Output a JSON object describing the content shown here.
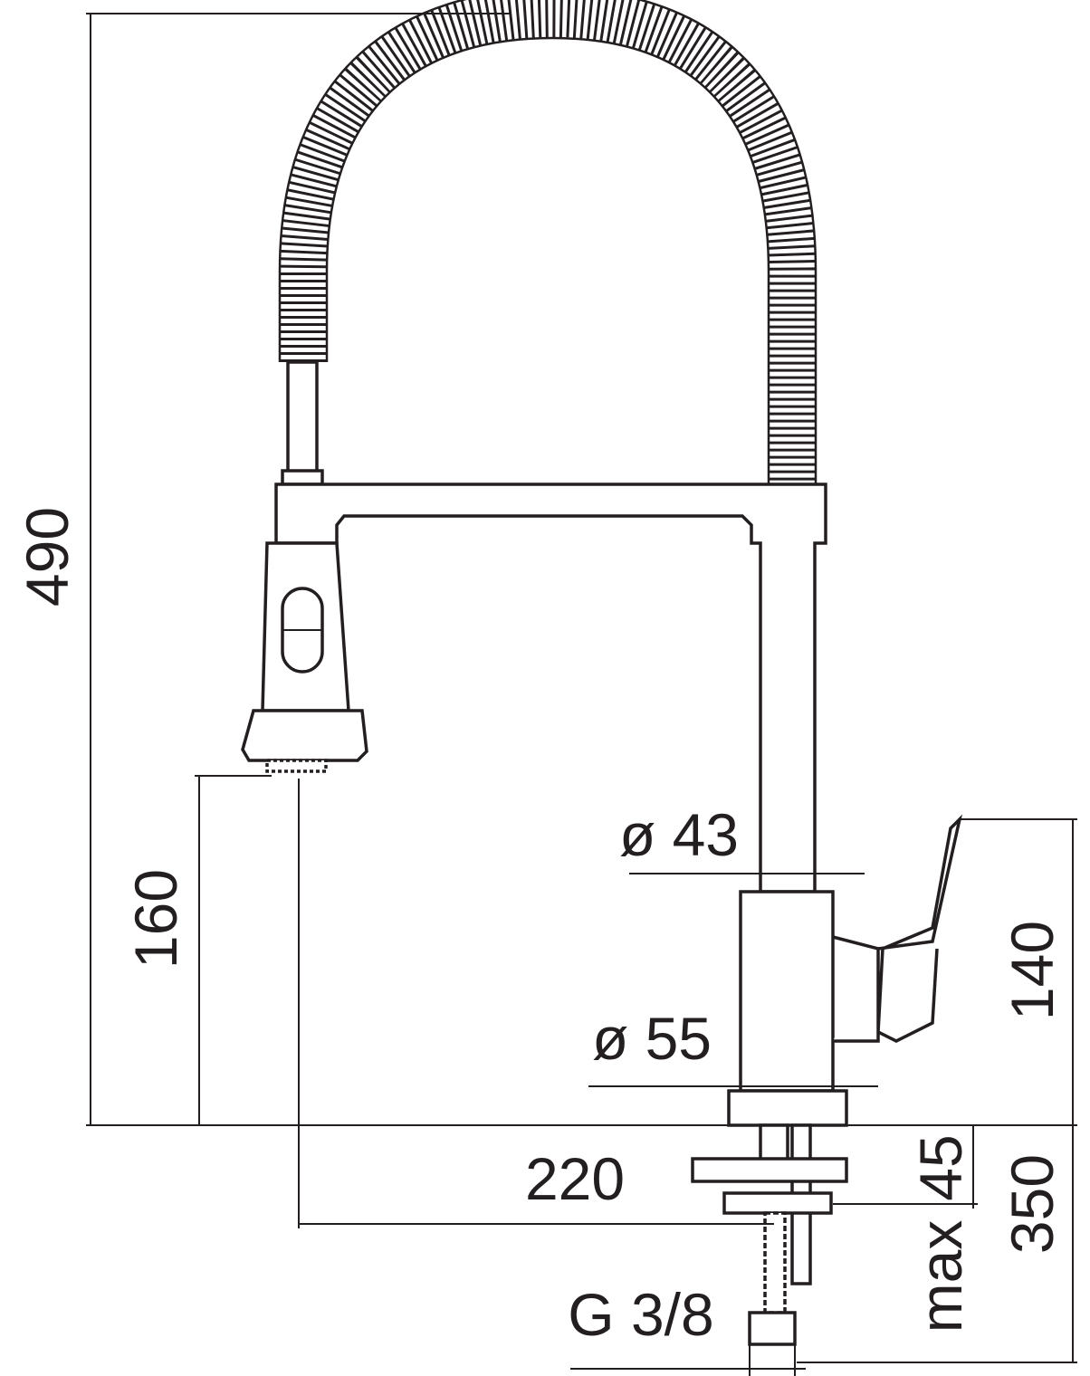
{
  "drawing": {
    "title": "Kitchen faucet with spring spout - dimensional drawing",
    "dimensions": {
      "total_height": "490",
      "spout_outlet_height": "160",
      "spout_diameter": "ø 43",
      "body_diameter": "ø 55",
      "body_height": "140",
      "spout_reach": "220",
      "max_deck_thickness": "45",
      "max_label": "max",
      "hose_length": "350",
      "connection_thread": "G 3/8"
    },
    "line_color": "#231f20"
  }
}
